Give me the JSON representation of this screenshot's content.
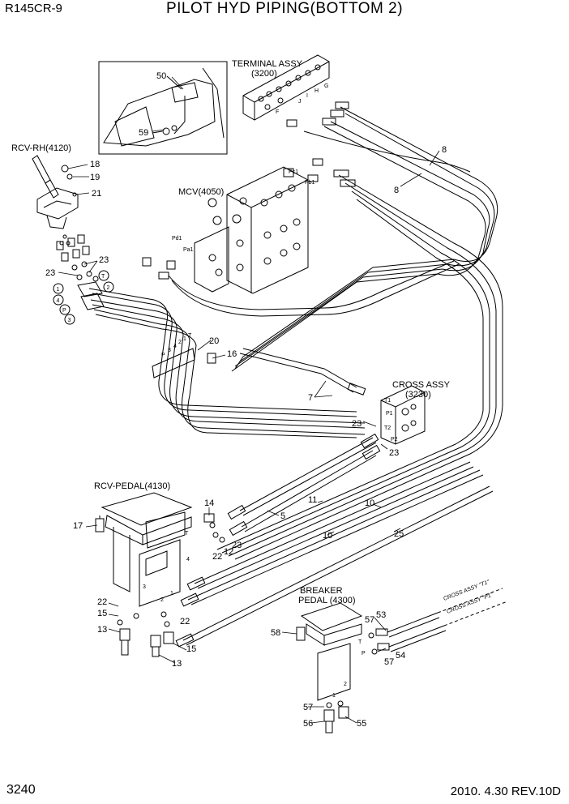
{
  "header": {
    "model": "R145CR-9",
    "title": "PILOT HYD PIPING(BOTTOM 2)"
  },
  "footer": {
    "page_number": "3240",
    "revision": "2010. 4.30  REV.10D"
  },
  "assemblies": {
    "terminal": "TERMINAL ASSY",
    "terminal_code": "(3200)",
    "rcv_rh": "RCV-RH(4120)",
    "mcv": "MCV(4050)",
    "cross": "CROSS ASSY",
    "cross_code": "(3230)",
    "rcv_pedal": "RCV-PEDAL(4130)",
    "breaker_line1": "BREAKER",
    "breaker_line2": "PEDAL (4300)",
    "cross_t1": "CROSS ASSY \"T1\"",
    "cross_p1": "CROSS ASSY \"P1\""
  },
  "callouts": {
    "c50": "50",
    "c59": "59",
    "c18": "18",
    "c19": "19",
    "c21": "21",
    "c8a": "8",
    "c8b": "8",
    "c23a": "23",
    "c23b": "23",
    "c23c": "23",
    "c23d": "23",
    "c23e": "23",
    "c20": "20",
    "c16": "16",
    "c7": "7",
    "c14": "14",
    "c5": "5",
    "c11": "11",
    "c10a": "10",
    "c10b": "10",
    "c25": "25",
    "c17": "17",
    "c22a": "22",
    "c12": "12",
    "c22b": "22",
    "c22c": "22",
    "c15a": "15",
    "c15b": "15",
    "c13a": "13",
    "c13b": "13",
    "c57a": "57",
    "c53": "53",
    "c58": "58",
    "c54": "54",
    "c57b": "57",
    "c57c": "57",
    "c56": "56",
    "c55": "55"
  },
  "circled": [
    "1",
    "4",
    "P",
    "3",
    "T",
    "2"
  ],
  "ports": {
    "F": "F",
    "J": "J",
    "I": "I",
    "H": "H",
    "G": "G",
    "Pc1": "Pc1",
    "Pb1": "Pb1",
    "Pd1": "Pd1",
    "Pa1": "Pa1",
    "T1": "T1",
    "P1": "P1",
    "T2": "T2",
    "P2": "P2",
    "tube_P": "P",
    "tube_3": "3",
    "tube_4": "4",
    "tube_2": "2",
    "tube_1": "1",
    "tube_T": "T",
    "ped_T": "T",
    "ped_4": "4",
    "ped_3": "3",
    "ped_2": "2",
    "ped_1": "1",
    "brk_T": "T",
    "brk_P": "P",
    "brk_2": "2",
    "brk_1": "1"
  }
}
